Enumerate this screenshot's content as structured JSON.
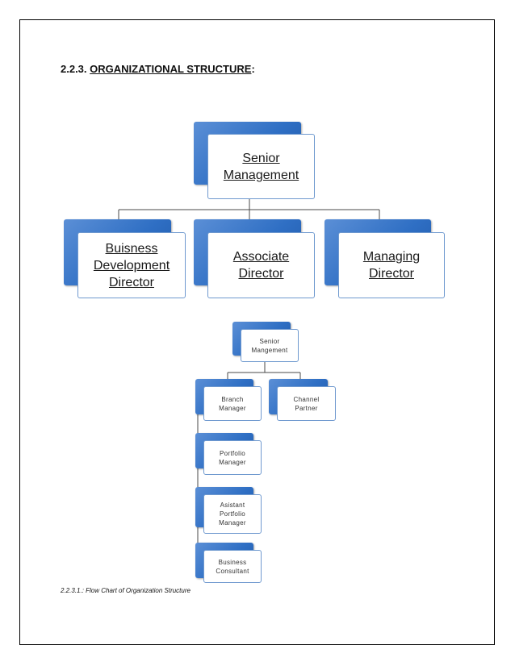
{
  "heading": {
    "number": "2.2.3.",
    "title": "ORGANIZATIONAL STRUCTURE",
    "suffix": ":"
  },
  "chart1": {
    "root": "Senior\nManagement",
    "children": [
      "Buisness\nDevelopment\nDirector",
      "Associate\nDirector",
      "Managing\nDirector"
    ]
  },
  "chart2": {
    "root": "Senior\nMangement",
    "branch": "Branch\nManager",
    "partner": "Channel\nPartner",
    "portfolio": "Portfolio\nManager",
    "assistant": "Asistant\nPortfolio\nManager",
    "consultant": "Business\nConsultant"
  },
  "caption": "2.2.3.1.: Flow Chart of Organization Structure"
}
